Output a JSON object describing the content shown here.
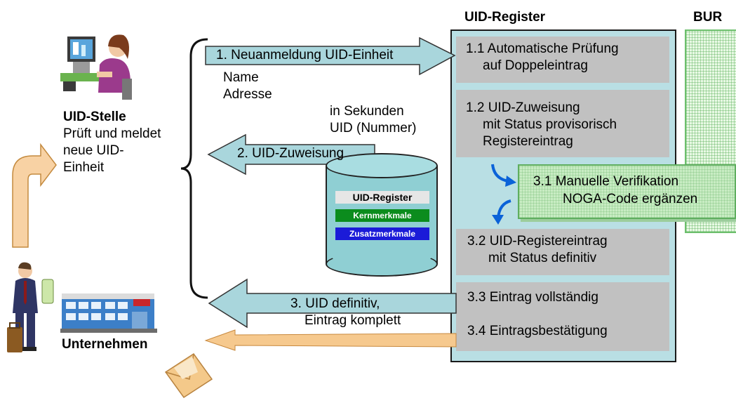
{
  "headers": {
    "register": "UID-Register",
    "bur": "BUR"
  },
  "uid_stelle": {
    "title": "UID-Stelle",
    "lines": [
      "Prüft und meldet",
      "neue UID-",
      "Einheit"
    ]
  },
  "unternehmen": "Unternehmen",
  "arrows": {
    "a1": "1. Neuanmeldung UID-Einheit",
    "a2": "2. UID-Zuweisung",
    "a3_line1": "3. UID definitiv,",
    "a3_line2": "Eintrag komplett"
  },
  "notes": {
    "name": "Name",
    "adresse": "Adresse",
    "sek1": "in Sekunden",
    "sek2": "UID (Nummer)"
  },
  "database": {
    "title": "UID-Register",
    "kern": "Kernmerkmale",
    "zusatz": "Zusatzmerkmale"
  },
  "steps": {
    "s11": [
      "1.1 Automatische Prüfung",
      "auf Doppeleintrag"
    ],
    "s12": [
      "1.2 UID-Zuweisung",
      "mit Status provisorisch",
      "Registereintrag"
    ],
    "s31": [
      "3.1 Manuelle Verifikation",
      "NOGA-Code ergänzen"
    ],
    "s32": [
      "3.2 UID-Registereintrag",
      "mit Status definitiv"
    ],
    "s33": "3.3 Eintrag vollständig",
    "s34": "3.4 Eintragsbestätigung"
  },
  "colors": {
    "panel": "#b9dfe4",
    "step": "#c1c1c1",
    "arrow": "#a9d6dc",
    "kern": "#0b8c1d",
    "zusatz": "#1b1bd8",
    "bur": "#e8f9e4",
    "orange_arrow": "#f6c98e"
  },
  "icons": [
    "person-at-computer-icon",
    "businessman-icon",
    "building-icon",
    "envelope-icon",
    "curved-arrow-icon"
  ]
}
